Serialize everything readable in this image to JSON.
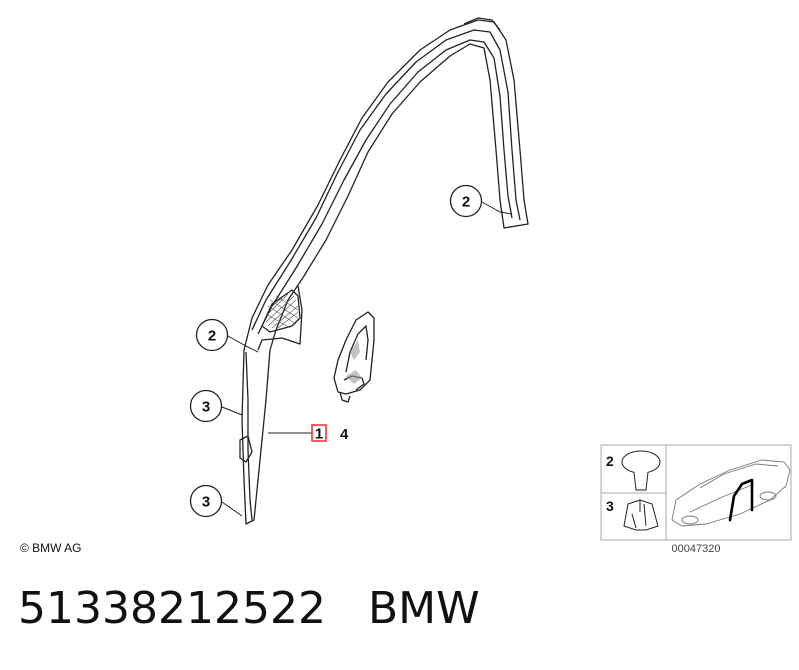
{
  "callouts": {
    "c2_top": "2",
    "c2_left": "2",
    "c3_mid": "3",
    "c3_bottom": "3",
    "c1_box": "1",
    "c4_label": "4"
  },
  "legend": {
    "item_2": "2",
    "item_3": "3",
    "ref_code": "00047320"
  },
  "copyright": "© BMW AG",
  "caption": {
    "part_number": "51338212522",
    "brand": "BMW"
  },
  "colors": {
    "highlight_box": "#e0302a",
    "line": "#222222",
    "panel_border": "#aaaaaa"
  }
}
